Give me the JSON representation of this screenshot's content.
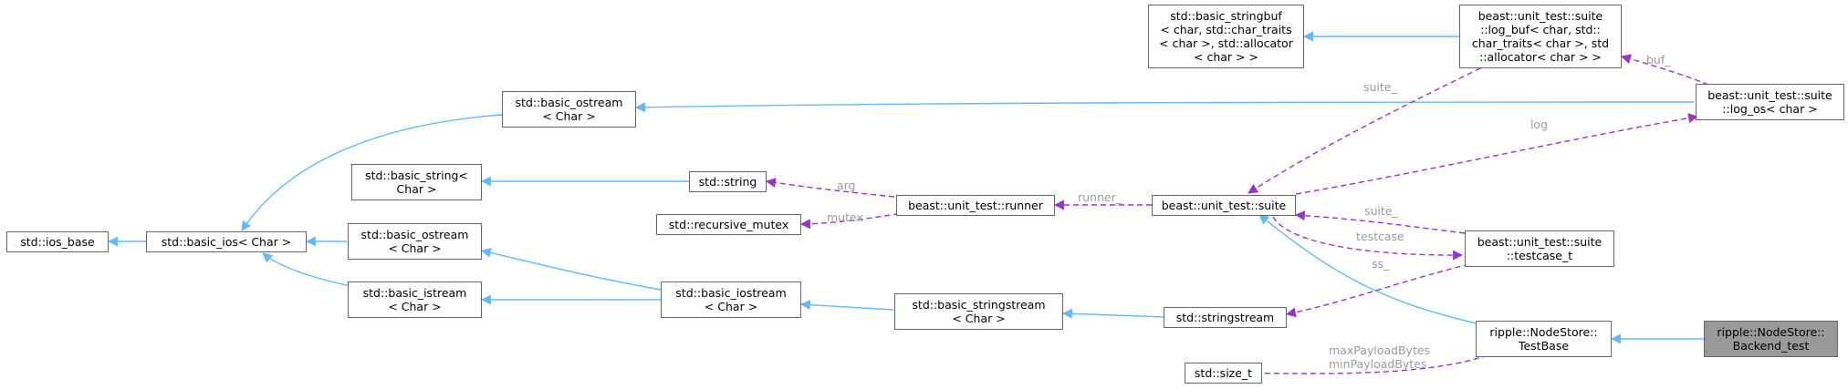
{
  "nodes": {
    "ios_base": "std::ios_base",
    "basic_ios": "std::basic_ios< Char >",
    "basic_ostream_top": "std::basic_ostream\n< Char >",
    "basic_string": "std::basic_string<\nChar >",
    "recursive_mutex": "std::recursive_mutex",
    "basic_ostream_mid": "std::basic_ostream\n< Char >",
    "basic_istream": "std::basic_istream\n< Char >",
    "std_string": "std::string",
    "basic_iostream": "std::basic_iostream\n< Char >",
    "runner": "beast::unit_test::runner",
    "basic_stringstream": "std::basic_stringstream\n< Char >",
    "basic_stringbuf": "std::basic_stringbuf\n< char, std::char_traits\n< char >, std::allocator\n< char > >",
    "suite": "beast::unit_test::suite",
    "stringstream": "std::stringstream",
    "size_t": "std::size_t",
    "log_buf": "beast::unit_test::suite\n::log_buf< char, std::\nchar_traits< char >, std\n::allocator< char > >",
    "testcase_t": "beast::unit_test::suite\n::testcase_t",
    "testbase": "ripple::NodeStore::\nTestBase",
    "log_os": "beast::unit_test::suite\n::log_os< char >",
    "backend_test": "ripple::NodeStore::\nBackend_test"
  },
  "edge_labels": {
    "suite_": "suite_",
    "log": "log",
    "buf_": "buf_",
    "arg": "arg",
    "mutex": "mutex",
    "runner_": "runner_",
    "suite_2": "suite_",
    "testcase": "testcase",
    "ss_": "ss_",
    "max_payload": "maxPayloadBytes",
    "min_payload": "minPayloadBytes"
  },
  "colors": {
    "inheritance": "#63b8ff",
    "collaboration": "#9a32cd",
    "label": "#9a9a9a",
    "border": "#666666",
    "focus_fill": "#999999"
  }
}
